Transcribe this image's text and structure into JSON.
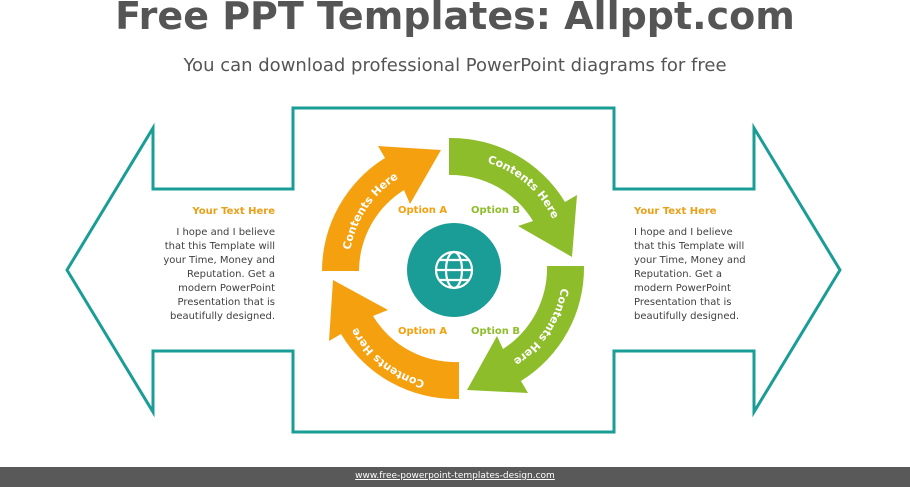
{
  "header": {
    "title": "Free PPT Templates: Allppt.com",
    "subtitle": "You can download professional PowerPoint diagrams for free"
  },
  "colors": {
    "teal": "#1a9d96",
    "orange": "#f5a00f",
    "green": "#8dbd2a",
    "title_gray": "#555555",
    "footer_bg": "#595959"
  },
  "left_panel": {
    "title": "Your Text Here",
    "body": "I hope and I believe that this Template will your Time, Money and Reputation. Get a modern PowerPoint Presentation that is beautifully designed."
  },
  "right_panel": {
    "title": "Your Text Here",
    "body": "I hope and I believe that this Template will your Time, Money and Reputation. Get a modern PowerPoint Presentation that is beautifully designed."
  },
  "cycle": {
    "arrow_label": "Contents Here",
    "option_a": "Option A",
    "option_b": "Option B",
    "center_icon": "globe-icon"
  },
  "footer": {
    "url": "www.free-powerpoint-templates-design.com"
  }
}
